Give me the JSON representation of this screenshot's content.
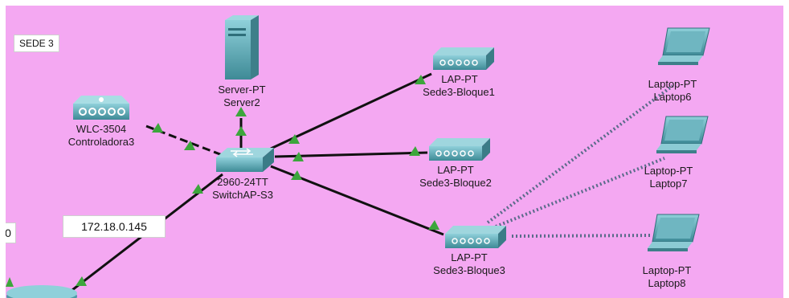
{
  "workspace": {
    "background_color": "#f4a8f2",
    "notes": {
      "site_label": "SEDE 3",
      "ip_label": "172.18.0.145",
      "edge_label": "0"
    }
  },
  "devices": {
    "server": {
      "model": "Server-PT",
      "name": "Server2",
      "icon": "server-icon"
    },
    "controller": {
      "model": "WLC-3504",
      "name": "Controladora3",
      "icon": "wireless-controller-icon"
    },
    "switch": {
      "model": "2960-24TT",
      "name": "SwitchAP-S3",
      "icon": "switch-icon"
    },
    "ap1": {
      "model": "LAP-PT",
      "name": "Sede3-Bloque1",
      "icon": "access-point-icon"
    },
    "ap2": {
      "model": "LAP-PT",
      "name": "Sede3-Bloque2",
      "icon": "access-point-icon"
    },
    "ap3": {
      "model": "LAP-PT",
      "name": "Sede3-Bloque3",
      "icon": "access-point-icon"
    },
    "laptop6": {
      "model": "Laptop-PT",
      "name": "Laptop6",
      "icon": "laptop-icon"
    },
    "laptop7": {
      "model": "Laptop-PT",
      "name": "Laptop7",
      "icon": "laptop-icon"
    },
    "laptop8": {
      "model": "Laptop-PT",
      "name": "Laptop8",
      "icon": "laptop-icon"
    },
    "router": {
      "icon": "router-icon"
    }
  },
  "colors": {
    "link": "#111111",
    "link_up": "#3ca63c",
    "device": "#4a9aa6",
    "wireless": "#5a6b8a"
  }
}
